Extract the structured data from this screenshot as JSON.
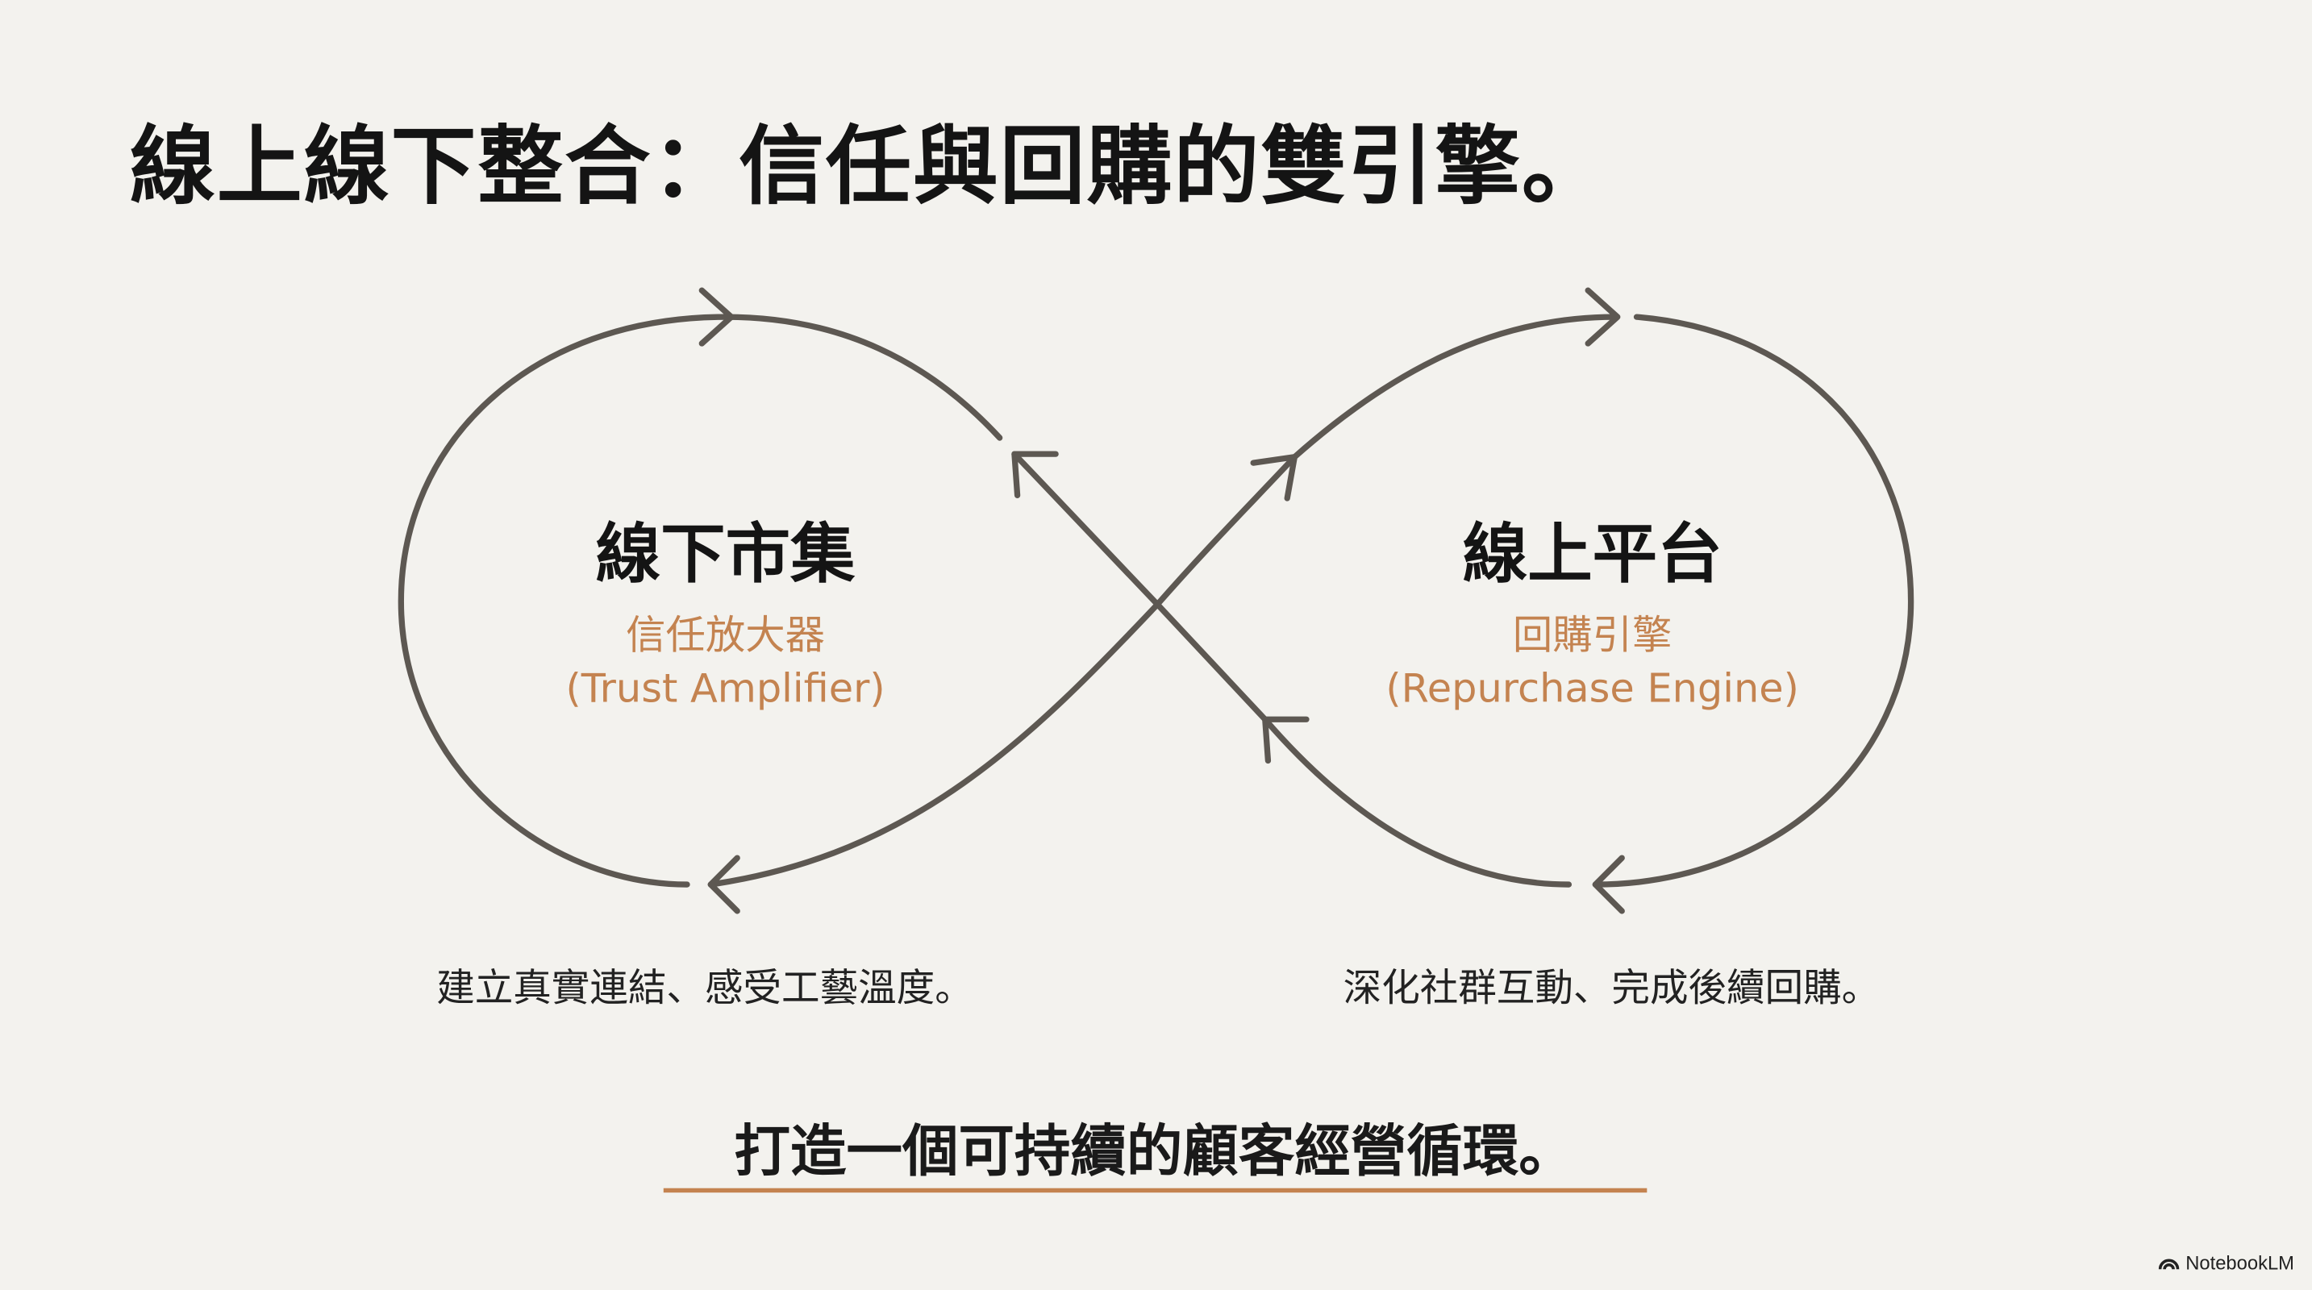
{
  "title": "線上線下整合：信任與回購的雙引擎。",
  "left": {
    "heading": "線下市集",
    "role_zh": "信任放大器",
    "role_en": "(Trust Amplifier)",
    "caption": "建立真實連結、感受工藝溫度。"
  },
  "right": {
    "heading": "線上平台",
    "role_zh": "回購引擎",
    "role_en": "(Repurchase Engine)",
    "caption": "深化社群互動、完成後續回購。"
  },
  "conclusion": "打造一個可持續的顧客經營循環。",
  "brand": "NotebookLM",
  "colors": {
    "background": "#f3f2ee",
    "accent": "#c48350",
    "line": "#5d5852"
  }
}
